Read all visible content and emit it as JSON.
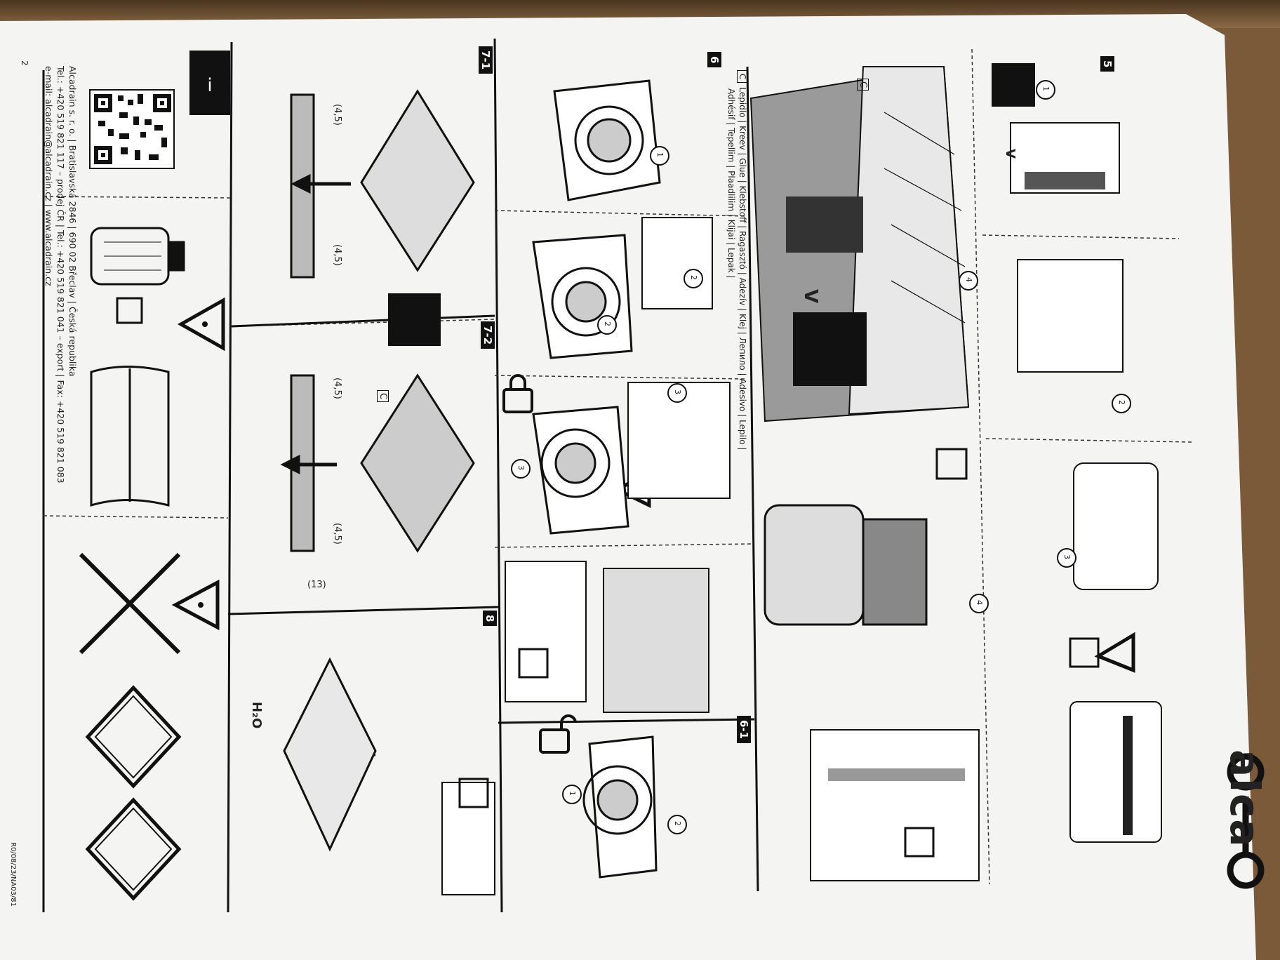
{
  "brand": {
    "logo": "alca"
  },
  "page_number": "2",
  "doc_code": "R0/08/23/NA03/81",
  "company": {
    "line1": "Alcadrain s. r. o. | Bratislavská 2846 | 690 02 Břeclav | Česká republika",
    "line2": "Tel.: +420 519 821 117 – prodej ČR | Tel.: +420 519 821 041 – export | Fax: +420 519 821 083",
    "line3": "e-mail: alcadrain@alcadrain.cz | www.alcadrain.cz"
  },
  "panels": {
    "p5": "5",
    "p6": "6",
    "p6_1": "6-1",
    "p7_1": "7-1",
    "p7_2": "7-2",
    "p8": "8"
  },
  "glue": {
    "letter": "C",
    "line1": "Lepidlo | Kreev | Glue | Klebstoff | Ragasztó | Adezív | Klej | Лепило | Adesivo | Lepilo |",
    "line2": "Adhésif | Tepellim | Plaadlilim | Klijai | Lepak |"
  },
  "dims": {
    "d45": "(4,5)",
    "d13": "(13)"
  },
  "letters": {
    "v": "V",
    "c": "C",
    "h2o": "H₂O"
  },
  "steps": {
    "s1": "1",
    "s2": "2",
    "s3": "3",
    "s4": "4"
  },
  "colors": {
    "paper": "#f4f4f2",
    "ink": "#111111",
    "table": "#7a5a38"
  }
}
